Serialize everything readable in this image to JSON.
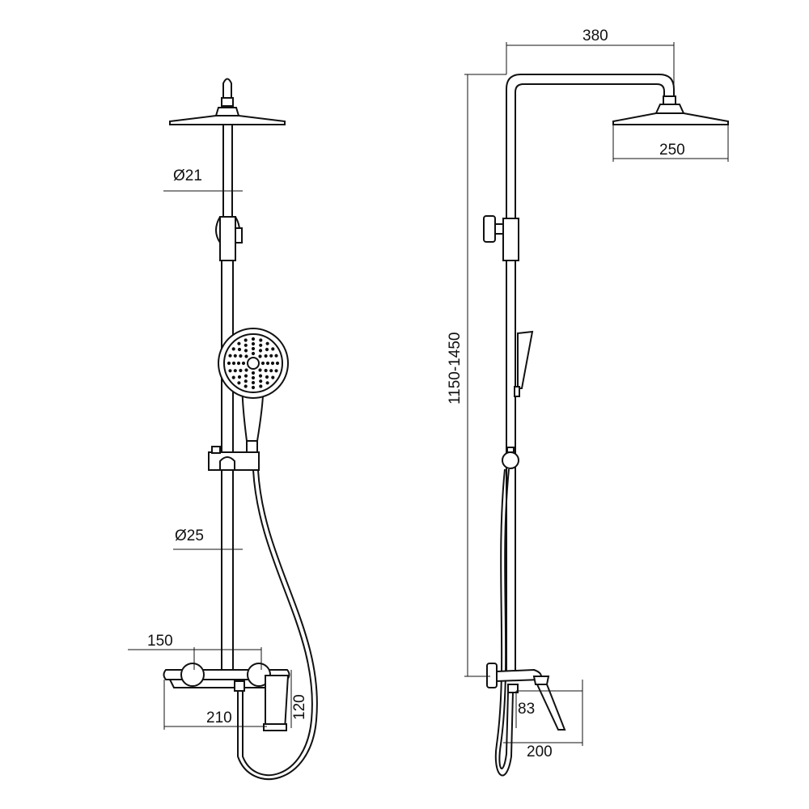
{
  "front_view": {
    "dimensions": {
      "upper_pipe_diameter": "Ø21",
      "lower_pipe_diameter": "Ø25",
      "mixer_spacing": "150",
      "mixer_width": "210",
      "mixer_height": "120"
    }
  },
  "side_view": {
    "dimensions": {
      "arm_reach": "380",
      "head_diameter": "250",
      "height_range": "1150-1450",
      "spout_offset": "83",
      "mixer_depth": "200"
    }
  },
  "colors": {
    "line": "#111111",
    "background": "#ffffff"
  }
}
